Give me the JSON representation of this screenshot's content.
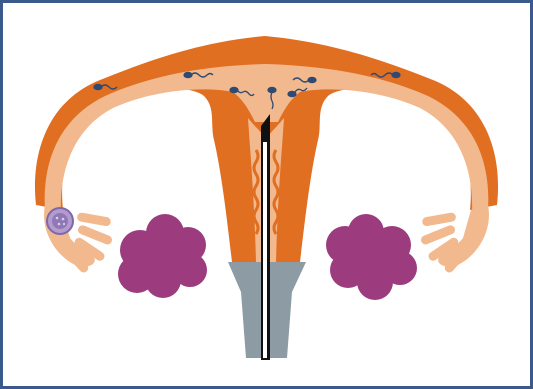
{
  "diagram": {
    "colors": {
      "frame": "#3a5a8c",
      "uterus_wall": "#e06f22",
      "lining": "#f2b98e",
      "ovary": "#9c3c7f",
      "egg_outer": "#b39bd0",
      "egg_inner": "#8f78b4",
      "cervix": "#8d9ba5",
      "device": "#111111",
      "sperm": "#2f4a73"
    },
    "components": [
      {
        "name": "uterus",
        "icon": "uterus-shape"
      },
      {
        "name": "left-fallopian-tube",
        "icon": "tube-shape"
      },
      {
        "name": "right-fallopian-tube",
        "icon": "tube-shape"
      },
      {
        "name": "left-fimbriae",
        "icon": "fimbriae-fingers"
      },
      {
        "name": "right-fimbriae",
        "icon": "fimbriae-fingers"
      },
      {
        "name": "left-ovary",
        "icon": "ovary-blob"
      },
      {
        "name": "right-ovary",
        "icon": "ovary-blob"
      },
      {
        "name": "egg-cell",
        "icon": "egg-icon"
      },
      {
        "name": "cervix",
        "icon": "cervix-shape"
      },
      {
        "name": "inserted-device",
        "icon": "rod-icon"
      },
      {
        "name": "sperm",
        "icon": "sperm-icon",
        "count": 7
      }
    ]
  }
}
